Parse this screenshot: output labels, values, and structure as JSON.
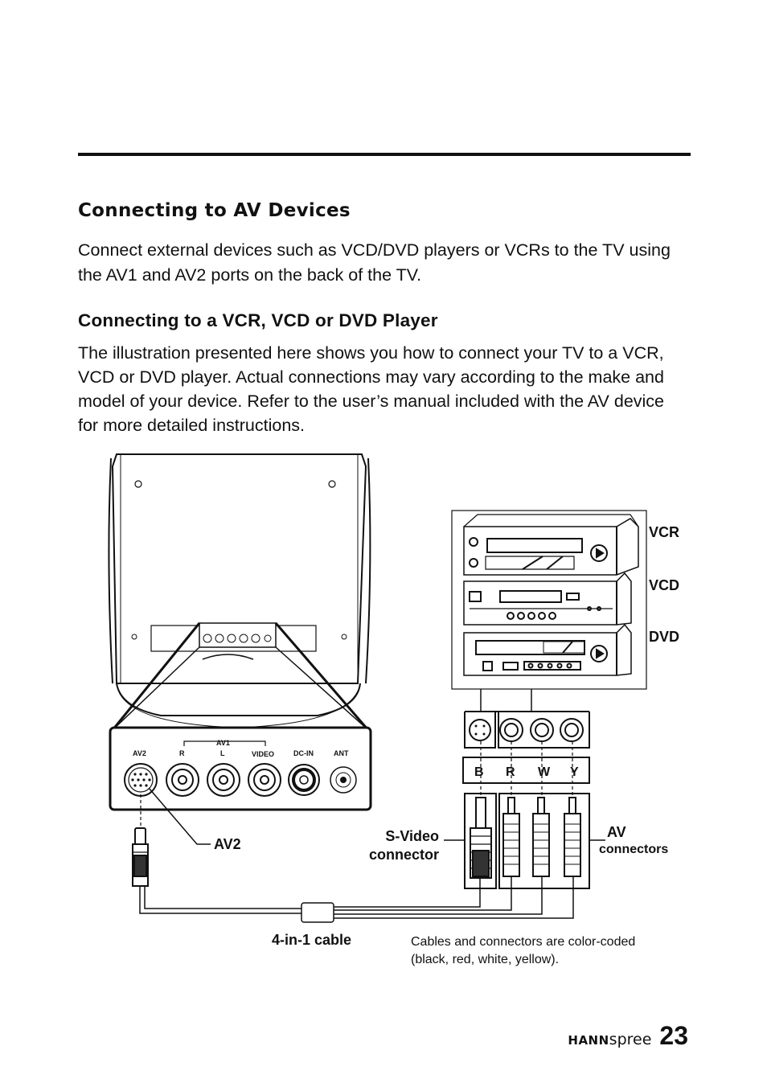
{
  "heading": "Connecting to AV Devices",
  "intro": "Connect external devices such as VCD/DVD players or VCRs to the TV using the AV1 and AV2 ports on the back of the TV.",
  "subheading": "Connecting to a VCR, VCD or DVD Player",
  "body": "The illustration presented here shows you how to connect your TV to a VCR, VCD or DVD player. Actual connections may vary according to the make and model of your device. Refer to the user’s manual included with the AV device for more detailed instructions.",
  "diagram": {
    "device_labels": [
      "VCR",
      "VCD",
      "DVD"
    ],
    "panel_labels": {
      "av1": "AV1",
      "av2": "AV2",
      "r": "R",
      "l": "L",
      "video": "VIDEO",
      "dcin": "DC-IN",
      "ant": "ANT"
    },
    "color_codes": [
      "B",
      "R",
      "W",
      "Y"
    ],
    "callout_av2": "AV2",
    "callout_svideo_line1": "S-Video",
    "callout_svideo_line2": "connector",
    "callout_av_line1": "AV",
    "callout_av_line2": "connectors",
    "cable_label": "4-in-1 cable",
    "cable_note_line1": "Cables and connectors are color-coded",
    "cable_note_line2": "(black, red, white, yellow)."
  },
  "footer": {
    "brand_bold": "HANN",
    "brand_light": "spree",
    "page_number": "23"
  }
}
